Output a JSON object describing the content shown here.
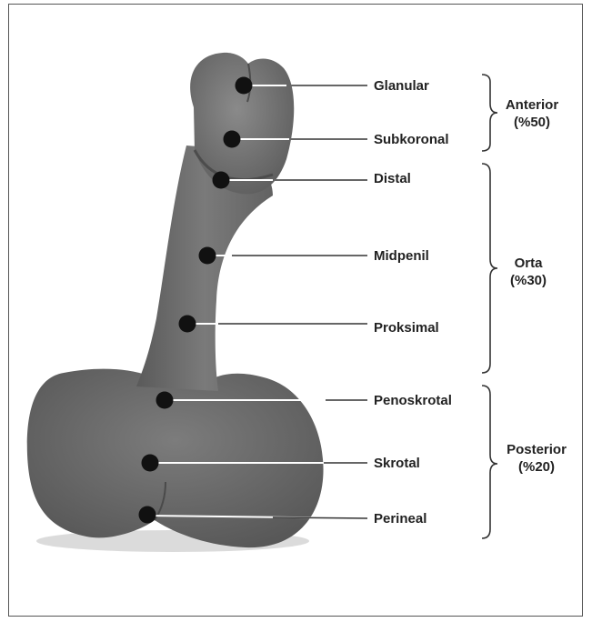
{
  "colors": {
    "model_shadow": "#4e4e4e",
    "model_fill": "#6c6c6c",
    "model_highlight": "#858585",
    "dot": "#111111",
    "leader": "#ffffff",
    "text": "#222222",
    "frame": "#555555"
  },
  "points": [
    {
      "label": "Glanular"
    },
    {
      "label": "Subkoronal"
    },
    {
      "label": "Distal"
    },
    {
      "label": "Midpenil"
    },
    {
      "label": "Proksimal"
    },
    {
      "label": "Penoskrotal"
    },
    {
      "label": "Skrotal"
    },
    {
      "label": "Perineal"
    }
  ],
  "groups": [
    {
      "name": "Anterior",
      "share": "(%50)"
    },
    {
      "name": "Orta",
      "share": "(%30)"
    },
    {
      "name": "Posterior",
      "share": "(%20)"
    }
  ]
}
